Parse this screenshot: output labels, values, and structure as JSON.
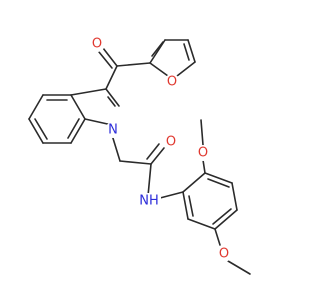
{
  "atoms": {
    "o_ketone": {
      "label": "O",
      "color": "#e0382f"
    },
    "o_furan": {
      "label": "O",
      "color": "#e0382f"
    },
    "n_indole": {
      "label": "N",
      "color": "#2b2bd9"
    },
    "o_amide": {
      "label": "O",
      "color": "#e0382f"
    },
    "nh_amide": {
      "label": "NH",
      "color": "#2b2bd9"
    },
    "o_methoxy_top": {
      "label": "O",
      "color": "#e0382f"
    },
    "o_methoxy_bottom": {
      "label": "O",
      "color": "#e0382f"
    }
  },
  "bond_color": "#2b2b2b"
}
